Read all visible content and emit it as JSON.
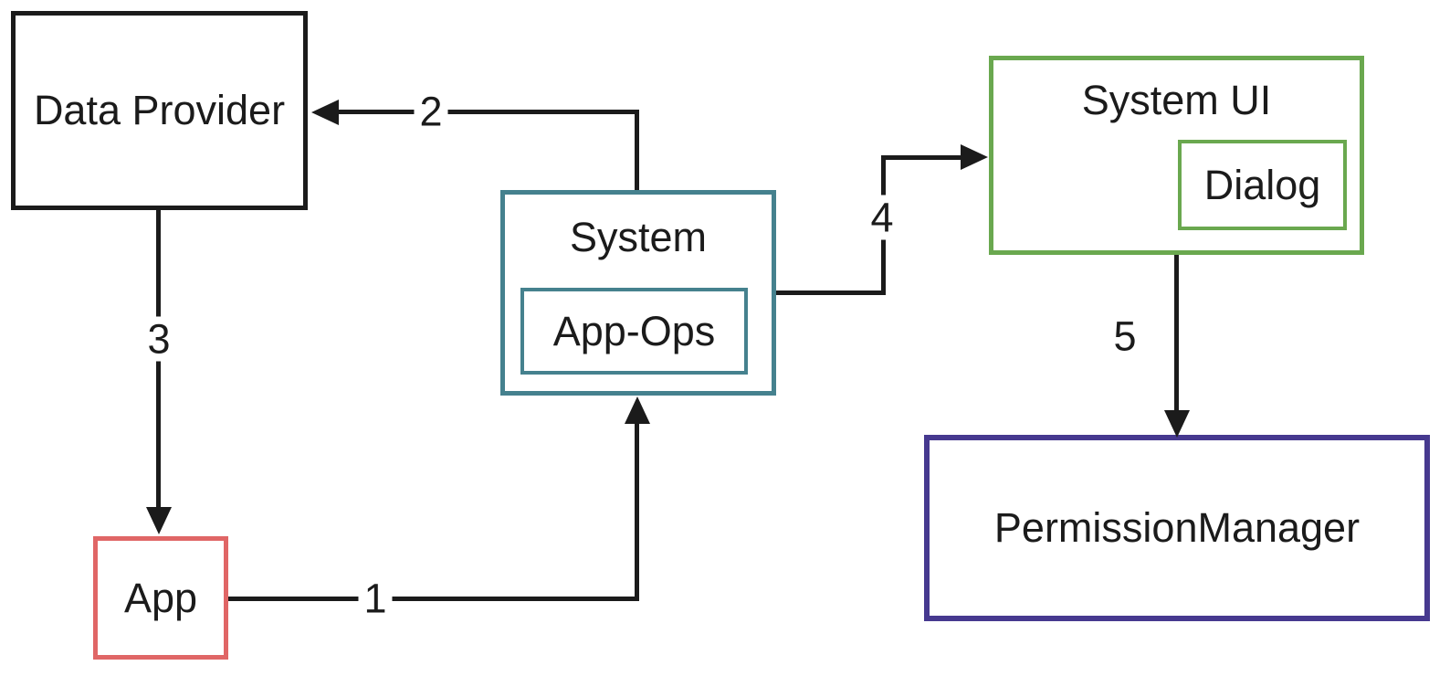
{
  "diagram": {
    "type": "flow-diagram",
    "background_color": "#ffffff",
    "arrow_color": "#1b1b1b",
    "boxes": {
      "data_provider": {
        "label": "Data Provider",
        "border_color": "#1b1b1b"
      },
      "app": {
        "label": "App",
        "border_color": "#e06666"
      },
      "system": {
        "label": "System",
        "border_color": "#45818e"
      },
      "app_ops": {
        "label": "App-Ops",
        "border_color": "#45818e",
        "parent": "System"
      },
      "system_ui": {
        "label": "System UI",
        "border_color": "#6aa84f"
      },
      "dialog": {
        "label": "Dialog",
        "border_color": "#6aa84f",
        "parent": "System UI"
      },
      "permission_manager": {
        "label": "PermissionManager",
        "border_color": "#46398f"
      }
    },
    "arrows": [
      {
        "label": "1",
        "from": "App",
        "to": "System"
      },
      {
        "label": "2",
        "from": "System",
        "to": "Data Provider"
      },
      {
        "label": "3",
        "from": "Data Provider",
        "to": "App"
      },
      {
        "label": "4",
        "from": "System",
        "to": "System UI"
      },
      {
        "label": "5",
        "from": "System UI",
        "to": "PermissionManager"
      }
    ]
  }
}
